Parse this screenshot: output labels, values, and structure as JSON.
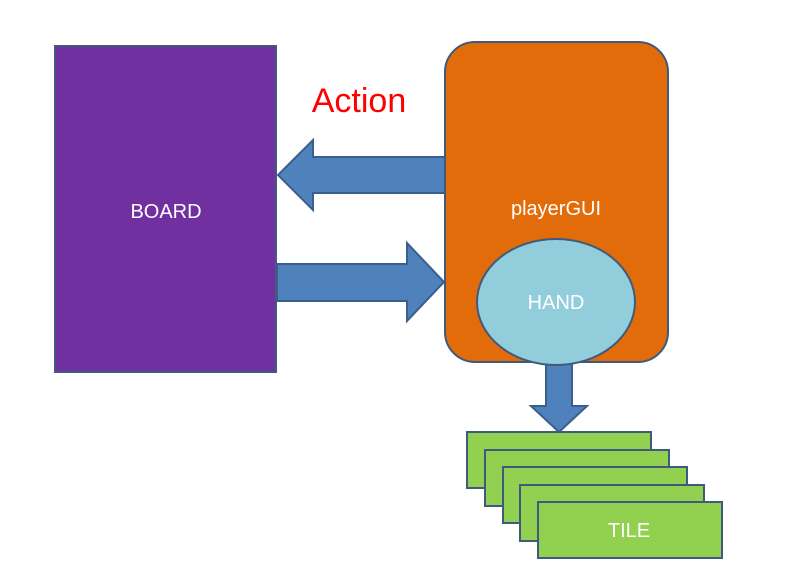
{
  "diagram": {
    "board": {
      "label": "BOARD",
      "fill": "#7030a0",
      "stroke": "#3f5a7c"
    },
    "player_gui": {
      "label": "playerGUI",
      "fill": "#e36c0a",
      "stroke": "#3f5a7c"
    },
    "hand": {
      "label": "HAND",
      "fill": "#92cddc",
      "stroke": "#3f5a7c"
    },
    "tile": {
      "label": "TILE",
      "fill": "#92d050",
      "stroke": "#3f5a7c"
    },
    "arrows": {
      "fill": "#4f81bd",
      "stroke": "#3a5f8c"
    },
    "action_label": {
      "text": "Action",
      "color": "#ff0000"
    }
  }
}
